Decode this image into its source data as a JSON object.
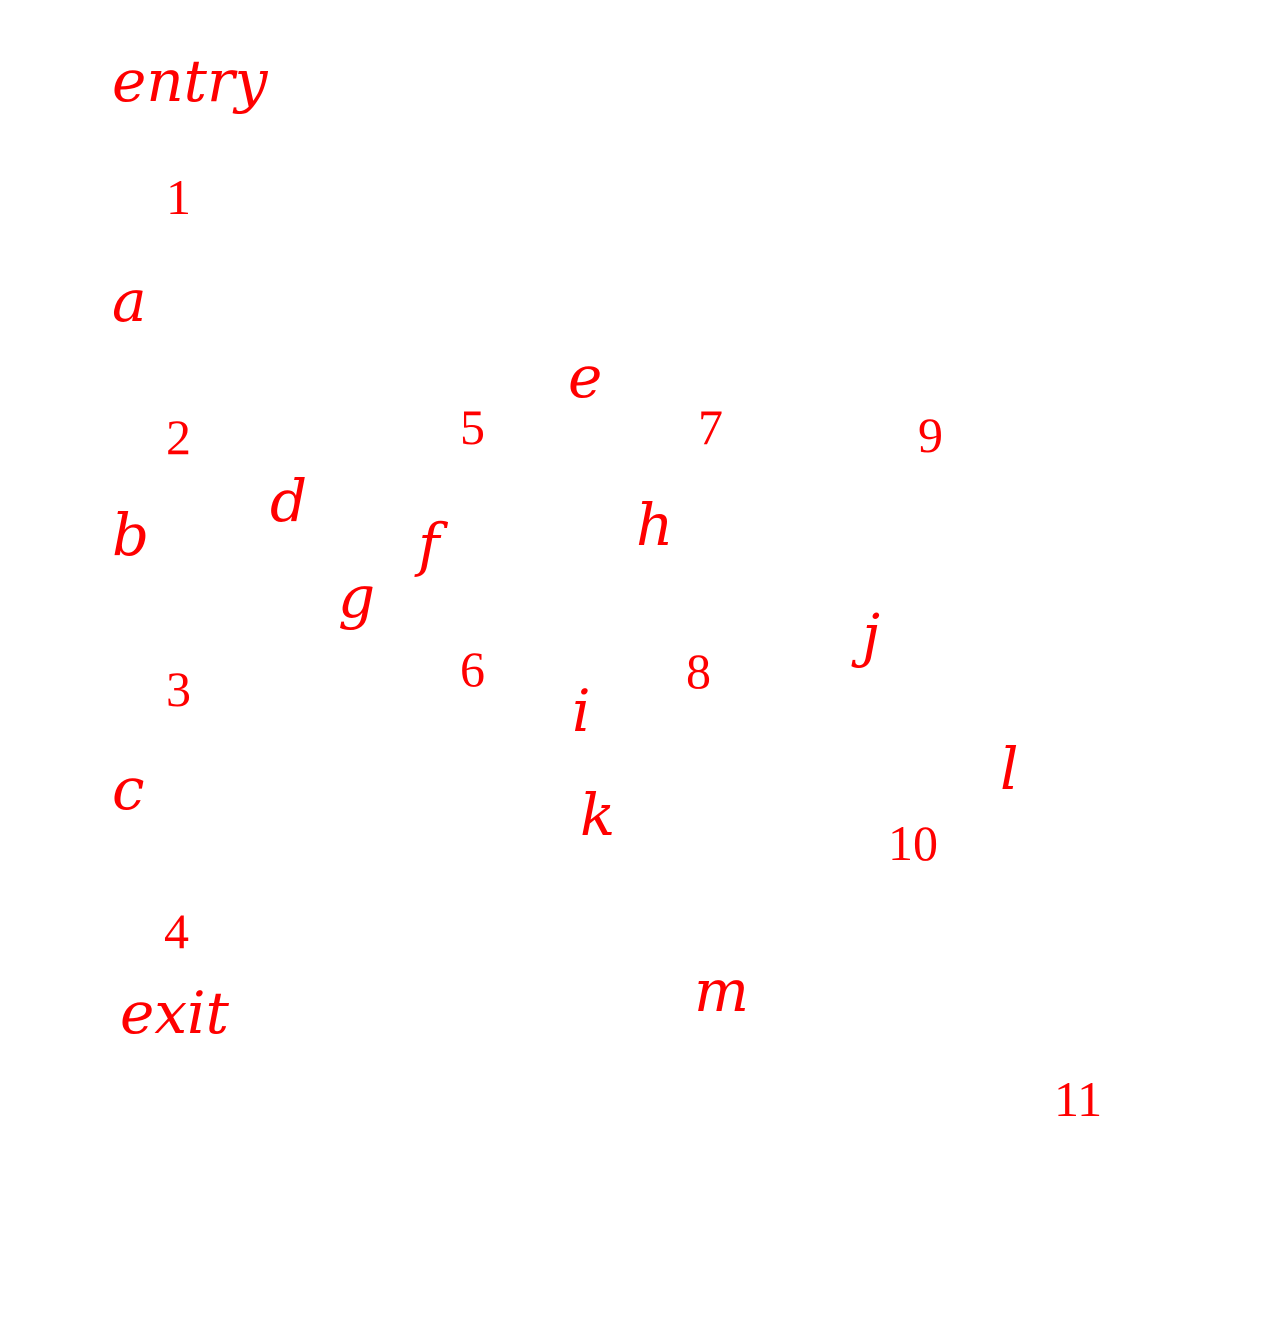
{
  "color": "#ff0000",
  "nodes": {
    "entry": "entry",
    "a": "a",
    "b": "b",
    "c": "c",
    "d": "d",
    "e": "e",
    "f": "f",
    "g": "g",
    "h": "h",
    "i": "i",
    "j": "j",
    "k": "k",
    "l": "l",
    "m": "m",
    "exit": "exit"
  },
  "edges": {
    "e1": "1",
    "e2": "2",
    "e3": "3",
    "e4": "4",
    "e5": "5",
    "e6": "6",
    "e7": "7",
    "e8": "8",
    "e9": "9",
    "e10": "10",
    "e11": "11"
  }
}
